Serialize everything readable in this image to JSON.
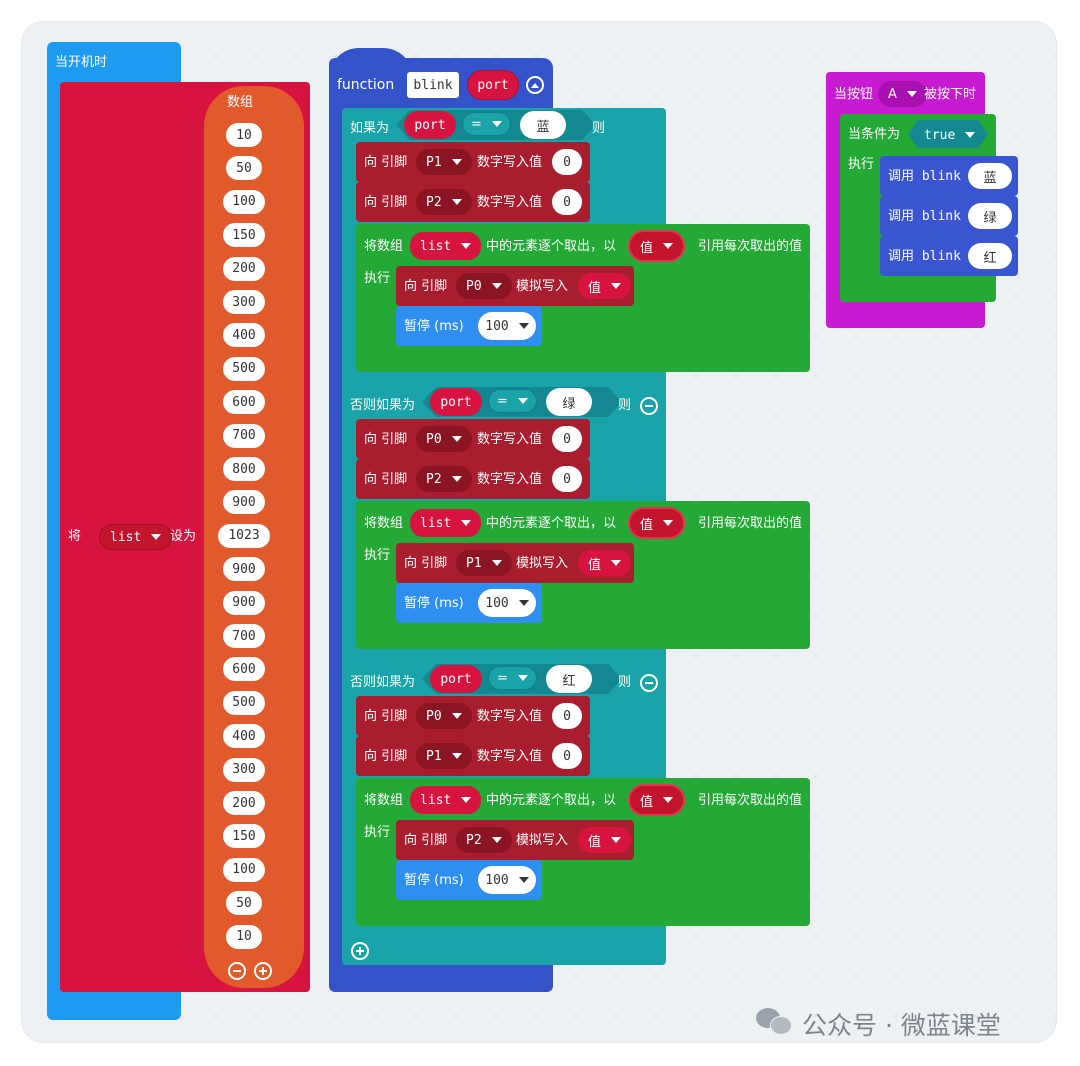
{
  "start": {
    "hat_label": "当开机时",
    "set_label": "将",
    "var_name": "list",
    "set_to": "设为",
    "array_label": "数组",
    "values": [
      "10",
      "50",
      "100",
      "150",
      "200",
      "300",
      "400",
      "500",
      "600",
      "700",
      "800",
      "900",
      "1023",
      "900",
      "900",
      "700",
      "600",
      "500",
      "400",
      "300",
      "200",
      "150",
      "100",
      "50",
      "10"
    ]
  },
  "func": {
    "keyword": "function",
    "name": "blink",
    "param": "port",
    "branches": [
      {
        "label": "如果为",
        "param": "port",
        "op": "=",
        "value": "蓝",
        "then": "则",
        "digital": [
          {
            "prefix": "向 引脚",
            "pin": "P1",
            "action": "数字写入值",
            "value": "0"
          },
          {
            "prefix": "向 引脚",
            "pin": "P2",
            "action": "数字写入值",
            "value": "0"
          }
        ],
        "foreach": {
          "label": "将数组",
          "list": "list",
          "mid": "中的元素逐个取出，以",
          "item": "值",
          "tail": "引用每次取出的值",
          "do": "执行"
        },
        "analog": {
          "prefix": "向 引脚",
          "pin": "P0",
          "action": "模拟写入",
          "value": "值"
        },
        "pause": {
          "label": "暂停 (ms)",
          "value": "100"
        }
      },
      {
        "label": "否则如果为",
        "param": "port",
        "op": "=",
        "value": "绿",
        "then": "则",
        "digital": [
          {
            "prefix": "向 引脚",
            "pin": "P0",
            "action": "数字写入值",
            "value": "0"
          },
          {
            "prefix": "向 引脚",
            "pin": "P2",
            "action": "数字写入值",
            "value": "0"
          }
        ],
        "foreach": {
          "label": "将数组",
          "list": "list",
          "mid": "中的元素逐个取出，以",
          "item": "值",
          "tail": "引用每次取出的值",
          "do": "执行"
        },
        "analog": {
          "prefix": "向 引脚",
          "pin": "P1",
          "action": "模拟写入",
          "value": "值"
        },
        "pause": {
          "label": "暂停 (ms)",
          "value": "100"
        }
      },
      {
        "label": "否则如果为",
        "param": "port",
        "op": "=",
        "value": "红",
        "then": "则",
        "digital": [
          {
            "prefix": "向 引脚",
            "pin": "P0",
            "action": "数字写入值",
            "value": "0"
          },
          {
            "prefix": "向 引脚",
            "pin": "P1",
            "action": "数字写入值",
            "value": "0"
          }
        ],
        "foreach": {
          "label": "将数组",
          "list": "list",
          "mid": "中的元素逐个取出，以",
          "item": "值",
          "tail": "引用每次取出的值",
          "do": "执行"
        },
        "analog": {
          "prefix": "向 引脚",
          "pin": "P2",
          "action": "模拟写入",
          "value": "值"
        },
        "pause": {
          "label": "暂停 (ms)",
          "value": "100"
        }
      }
    ]
  },
  "button": {
    "hat_prefix": "当按钮",
    "button_name": "A",
    "hat_suffix": "被按下时",
    "while_label": "当条件为",
    "while_cond": "true",
    "do_label": "执行",
    "calls": [
      {
        "label": "调用 blink",
        "arg": "蓝"
      },
      {
        "label": "调用 blink",
        "arg": "绿"
      },
      {
        "label": "调用 blink",
        "arg": "红"
      }
    ]
  },
  "watermark": "公众号 · 微蓝课堂",
  "colors": {
    "loops": "#1e9af0",
    "variables": "#d7143f",
    "arrays": "#e05a2b",
    "functions": "#3452c9",
    "logic": "#1aa3a8",
    "pins": "#a81e2e",
    "control": "#24a836",
    "basic": "#2f8ff0",
    "input": "#c81ad0",
    "advanced": "#3a55d0"
  }
}
